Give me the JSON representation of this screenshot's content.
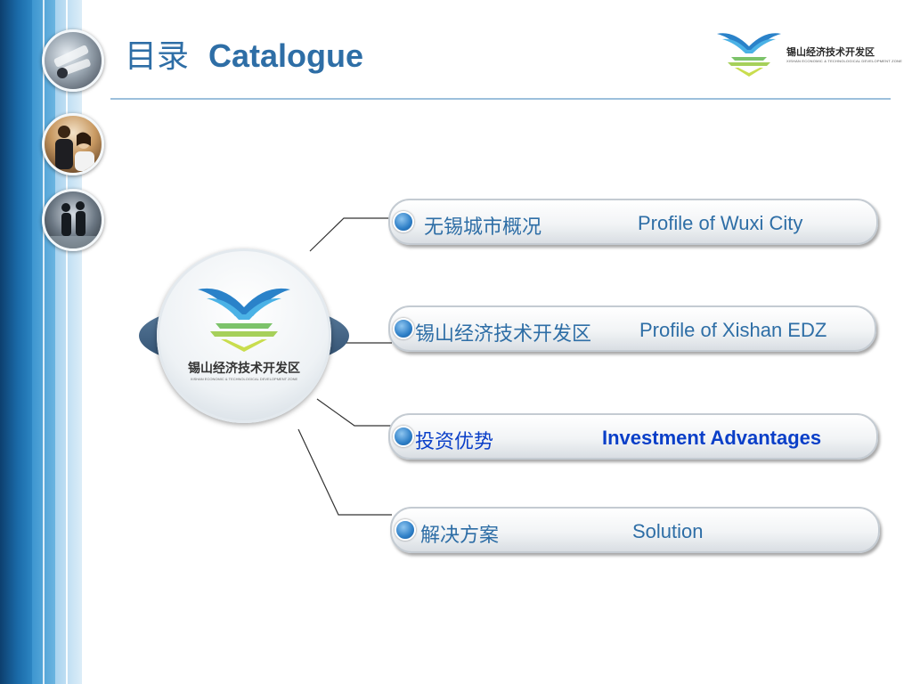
{
  "header": {
    "title_zh": "目录",
    "title_en": "Catalogue"
  },
  "logo": {
    "name": "锡山经济技术开发区",
    "subtitle": "XISHAN ECONOMIC & TECHNOLOGICAL DEVELOPMENT ZONE"
  },
  "emblem": {
    "name": "锡山经济技术开发区",
    "subtitle": "XISHAN ECONOMIC & TECHNOLOGICAL DEVELOPMENT ZONE"
  },
  "menu": {
    "items": [
      {
        "zh": "无锡城市概况",
        "en": "Profile of Wuxi City",
        "active": false
      },
      {
        "zh": "锡山经济技术开发区",
        "en": "Profile of Xishan EDZ",
        "active": false
      },
      {
        "zh": "投资优势",
        "en": "Investment Advantages",
        "active": true
      },
      {
        "zh": "解决方案",
        "en": "Solution",
        "active": false
      }
    ]
  },
  "colors": {
    "title": "#2e6ea6",
    "active_text": "#0a3fc8",
    "sidebar_dark": "#0d3f6e",
    "sidebar_light": "#a9d3ef"
  },
  "icons": {
    "bullet": "blue-dot-icon",
    "logo": "xishan-logo-icon"
  }
}
